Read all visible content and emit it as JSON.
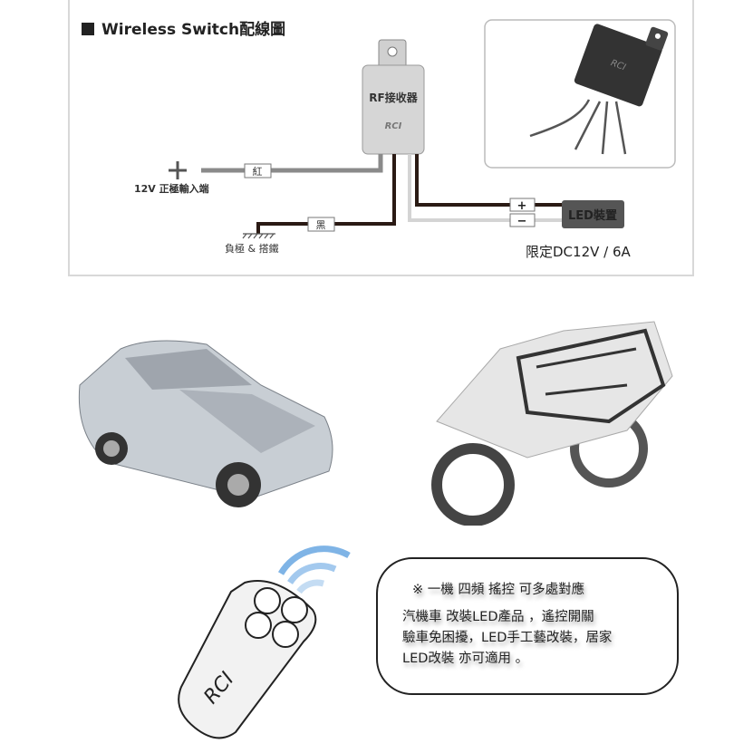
{
  "title": "Wireless Switch配線圖",
  "receiver": {
    "label": "RF接收器",
    "brand": "RCI"
  },
  "wires": {
    "red_label": "紅",
    "black_label": "黑",
    "plus": "+",
    "minus": "−"
  },
  "labels": {
    "positive_input": "12V 正極輸入端",
    "ground": "負極 & 搭鐵",
    "led_device": "LED裝置",
    "limit": "限定DC12V / 6A"
  },
  "remote": {
    "brand": "RCI"
  },
  "bubble": {
    "lines": [
      "※ 一機 四頻 搖控  可多處對應",
      "汽機車 改裝LED產品 ，遙控開關",
      "驗車免困擾，LED手工藝改裝，居家",
      "LED改裝 亦可適用 。"
    ]
  },
  "colors": {
    "wire_dark": "#2a1a14",
    "wire_gray": "#8a8a8a",
    "wire_light": "#d4d4d4",
    "led_box": "#555555"
  }
}
